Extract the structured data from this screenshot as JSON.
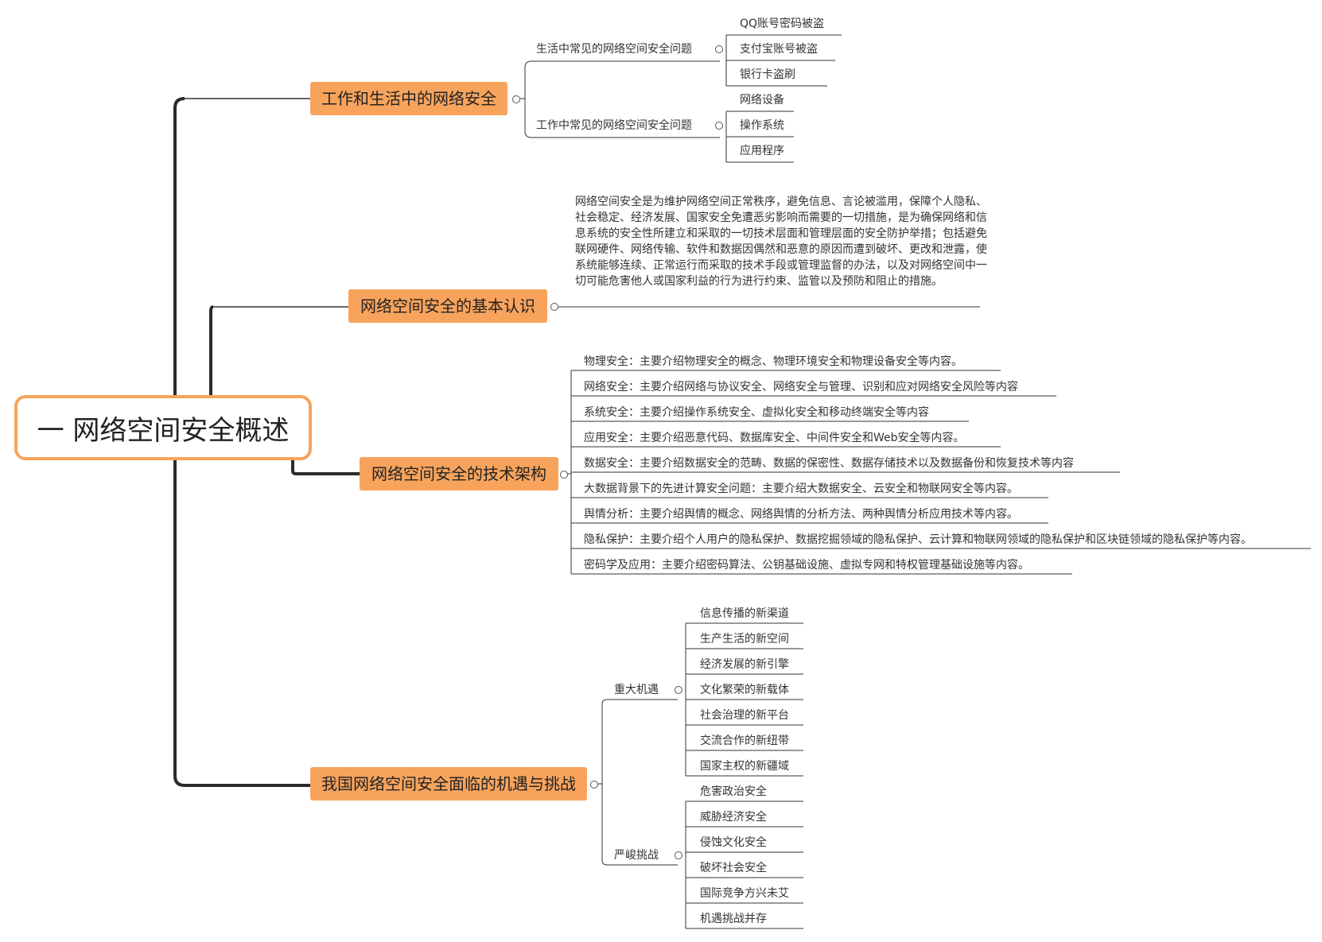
{
  "root": "一 网络空间安全概述",
  "branches": {
    "life_work": {
      "label": "工作和生活中的网络安全",
      "groups": [
        {
          "label": "生活中常见的网络空间安全问题",
          "items": [
            "QQ账号密码被盗",
            "支付宝账号被盗",
            "银行卡盗刷"
          ]
        },
        {
          "label": "工作中常见的网络空间安全问题",
          "items": [
            "网络设备",
            "操作系统",
            "应用程序"
          ]
        }
      ]
    },
    "basic": {
      "label": "网络空间安全的基本认识",
      "definition": "网络空间安全是为维护网络空间正常秩序，避免信息、言论被滥用，保障个人隐私、社会稳定、经济发展、国家安全免遭恶劣影响而需要的一切措施，是为确保网络和信息系统的安全性所建立和采取的一切技术层面和管理层面的安全防护举措；包括避免联网硬件、网络传输、软件和数据因偶然和恶意的原因而遭到破坏、更改和泄露，使系统能够连续、正常运行而采取的技术手段或管理监督的办法，以及对网络空间中一切可能危害他人或国家利益的行为进行约束、监管以及预防和阻止的措施。"
    },
    "tech": {
      "label": "网络空间安全的技术架构",
      "items": [
        "物理安全：主要介绍物理安全的概念、物理环境安全和物理设备安全等内容。",
        "网络安全：主要介绍网络与协议安全、网络安全与管理、识别和应对网络安全风险等内容",
        "系统安全：主要介绍操作系统安全、虚拟化安全和移动终端安全等内容",
        "应用安全：主要介绍恶意代码、数据库安全、中间件安全和Web安全等内容。",
        "数据安全：主要介绍数据安全的范畴、数据的保密性、数据存储技术以及数据备份和恢复技术等内容",
        "大数据背景下的先进计算安全问题：主要介绍大数据安全、云安全和物联网安全等内容。",
        "舆情分析：主要介绍舆情的概念、网络舆情的分析方法、两种舆情分析应用技术等内容。",
        "隐私保护：主要介绍个人用户的隐私保护、数据挖掘领域的隐私保护、云计算和物联网领域的隐私保护和区块链领域的隐私保护等内容。",
        "密码学及应用：主要介绍密码算法、公钥基础设施、虚拟专网和特权管理基础设施等内容。"
      ]
    },
    "china": {
      "label": "我国网络空间安全面临的机遇与挑战",
      "groups": [
        {
          "label": "重大机遇",
          "items": [
            "信息传播的新渠道",
            "生产生活的新空间",
            "经济发展的新引擎",
            "文化繁荣的新载体",
            "社会治理的新平台",
            "交流合作的新纽带",
            "国家主权的新疆域"
          ]
        },
        {
          "label": "严峻挑战",
          "items": [
            "危害政治安全",
            "威胁经济安全",
            "侵蚀文化安全",
            "破坏社会安全",
            "国际竞争方兴未艾",
            "机遇挑战并存"
          ]
        }
      ]
    }
  }
}
